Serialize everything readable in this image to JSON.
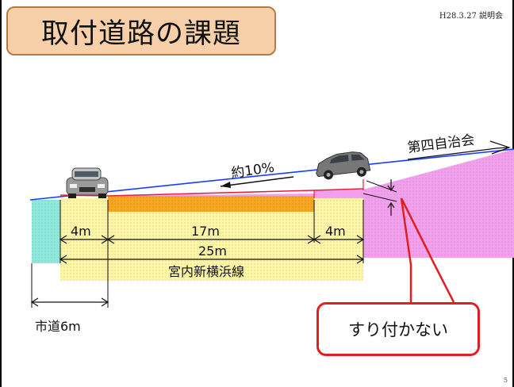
{
  "slide": {
    "title": "取付道路の課題",
    "header_note": "H28.3.27 説明会",
    "page_number": "5"
  },
  "labels": {
    "district": "第四自治会",
    "slope": "約10%",
    "lane_left": "4m",
    "carriageway": "17m",
    "lane_right": "4m",
    "total_width": "25m",
    "road_name": "宮内新横浜線",
    "city_road": "市道6m"
  },
  "callout": {
    "text": "すり付かない"
  },
  "colors": {
    "title_fill": "#f7cfa8",
    "title_border": "#b87a44",
    "sidewalk": "#fdf5a6",
    "carriageway": "#f6a623",
    "city_road": "#8fe8dc",
    "embankment": "#f2a0ec",
    "existing_ground": "#1a3cff",
    "planned_road": "#e8203a",
    "callout": "#e02020"
  },
  "icons": [
    "car-icon",
    "car-icon",
    "arrow-icon"
  ]
}
